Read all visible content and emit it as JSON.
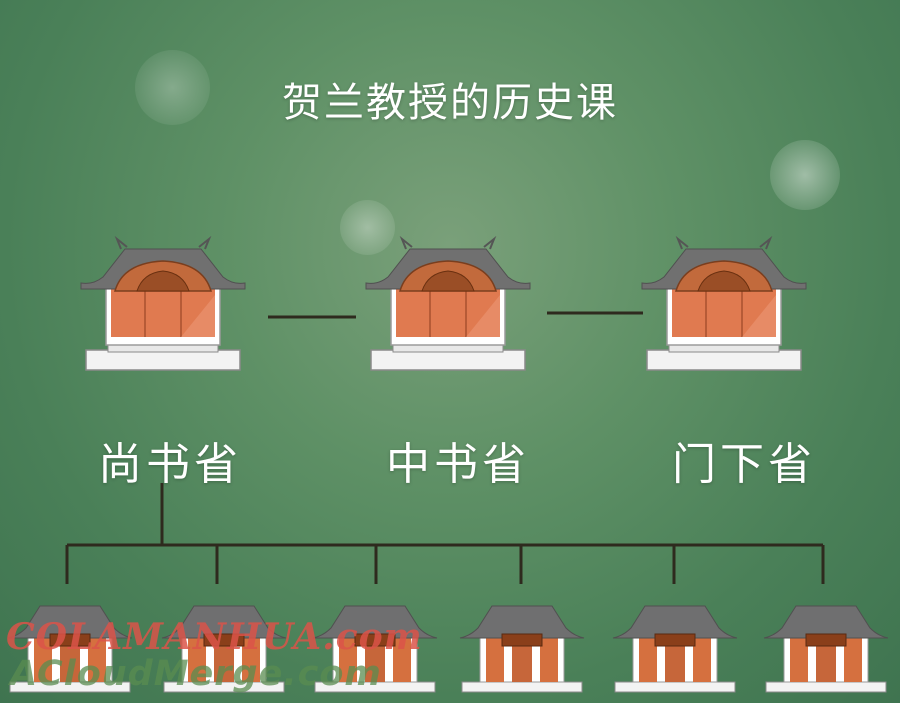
{
  "title": "贺兰教授的历史课",
  "departments": [
    {
      "name": "尚书省"
    },
    {
      "name": "中书省"
    },
    {
      "name": "门下省"
    }
  ],
  "ministries_count": 6,
  "watermark": {
    "line1": "COLAMANHUA.com",
    "line2": "ACloudMerge.com"
  },
  "colors": {
    "background": "#5f9166",
    "roof": "#707070",
    "wall": "#e07a50",
    "base": "#f2f2f2",
    "connector": "#2e2a1e"
  }
}
